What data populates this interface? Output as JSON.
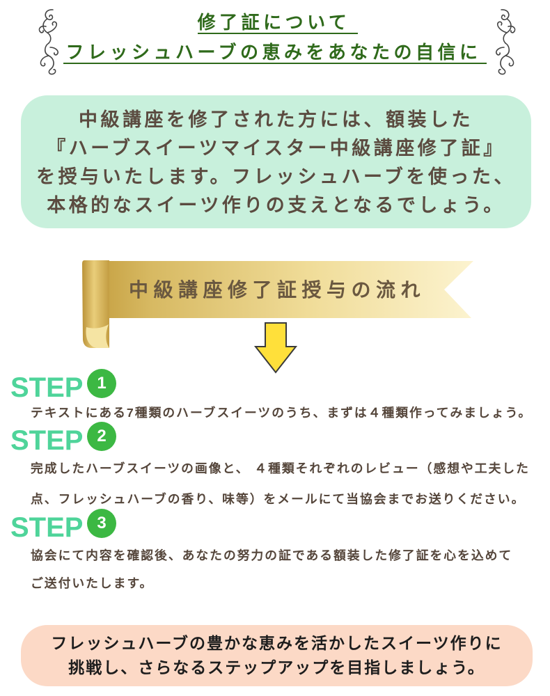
{
  "header": {
    "title_line1": "修了証について",
    "title_line2": "フレッシュハーブの恵みをあなたの自信に",
    "ornament_icon": "flourish-ornament"
  },
  "intro": {
    "lines": [
      "中級講座を修了された方には、額装した",
      "『ハーブスイーツマイスター中級講座修了証』",
      "を授与いたします。フレッシュハーブを使った、",
      "本格的なスイーツ作りの支えとなるでしょう。"
    ]
  },
  "flow": {
    "banner_title": "中級講座修了証授与の流れ",
    "arrow_icon": "down-arrow"
  },
  "steps": [
    {
      "label": "STEP",
      "number": "1",
      "lines": [
        "テキストにある7種類のハーブスイーツのうち、まずは４種類作ってみましょう。"
      ]
    },
    {
      "label": "STEP",
      "number": "2",
      "lines": [
        "完成したハーブスイーツの画像と、 ４種類それぞれのレビュー（感想や工夫した",
        "点、フレッシュハーブの香り、味等）をメールにて当協会までお送りください。"
      ]
    },
    {
      "label": "STEP",
      "number": "3",
      "lines": [
        "協会にて内容を確認後、あなたの努力の証である額装した修了証を心を込めて",
        "ご送付いたします。"
      ]
    }
  ],
  "closing": {
    "lines": [
      "フレッシュハーブの豊かな恵みを活かしたスイーツ作りに",
      "挑戦し、さらなるステップアップを目指しましょう。"
    ]
  },
  "colors": {
    "header_text": "#2f6a1b",
    "intro_background": "#c8f0dc",
    "intro_text": "#5b4b40",
    "banner_gold": "#d7b962",
    "banner_cream": "#fcf3cf",
    "banner_text": "#6a5840",
    "arrow_fill": "#ffe03a",
    "step_label": "#4fd49a",
    "step_badge": "#3cb843",
    "step_text": "#55463b",
    "closing_background": "#fcd9c6",
    "closing_text": "#1d1d1d"
  }
}
